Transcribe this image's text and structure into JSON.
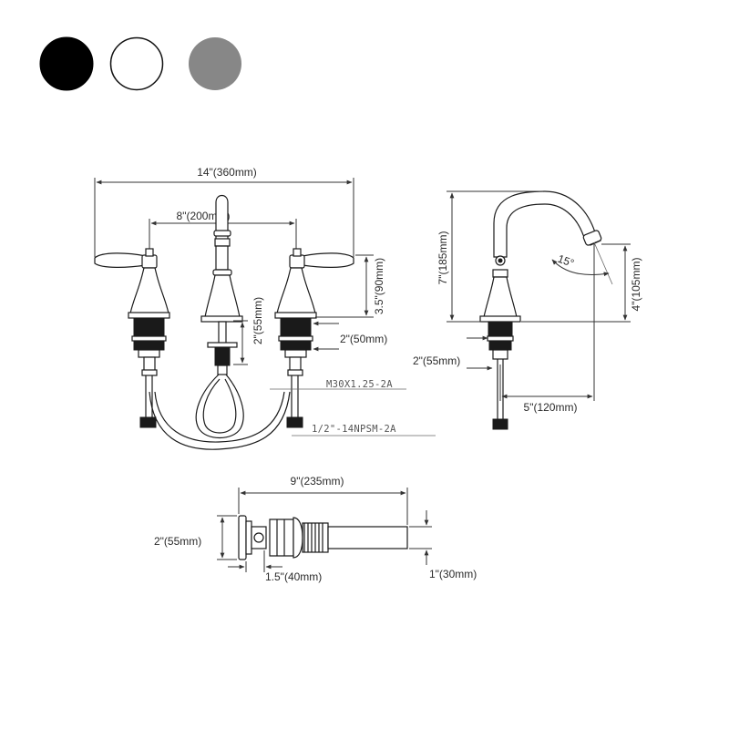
{
  "swatches": [
    {
      "name": "black",
      "color": "#000000"
    },
    {
      "name": "white",
      "color": "#ffffff"
    },
    {
      "name": "gray",
      "color": "#878787"
    }
  ],
  "front_view": {
    "overall_width": "14\"(360mm)",
    "center_spread": "8\"(200mm)",
    "handle_height": "3.5\"(90mm)",
    "spout_shank": "2\"(55mm)",
    "handle_shank": "2\"(50mm)",
    "thread_spout": "M30X1.25-2A",
    "thread_supply": "1/2\"-14NPSM-2A"
  },
  "side_view": {
    "spout_height": "7\"(185mm)",
    "spout_reach": "5\"(120mm)",
    "outlet_height": "4\"(105mm)",
    "angle": "15°",
    "base_shank": "2\"(55mm)"
  },
  "drain_view": {
    "length": "9\"(235mm)",
    "flange_diameter": "2\"(55mm)",
    "flange_offset": "1.5\"(40mm)",
    "tail_diameter": "1\"(30mm)"
  }
}
